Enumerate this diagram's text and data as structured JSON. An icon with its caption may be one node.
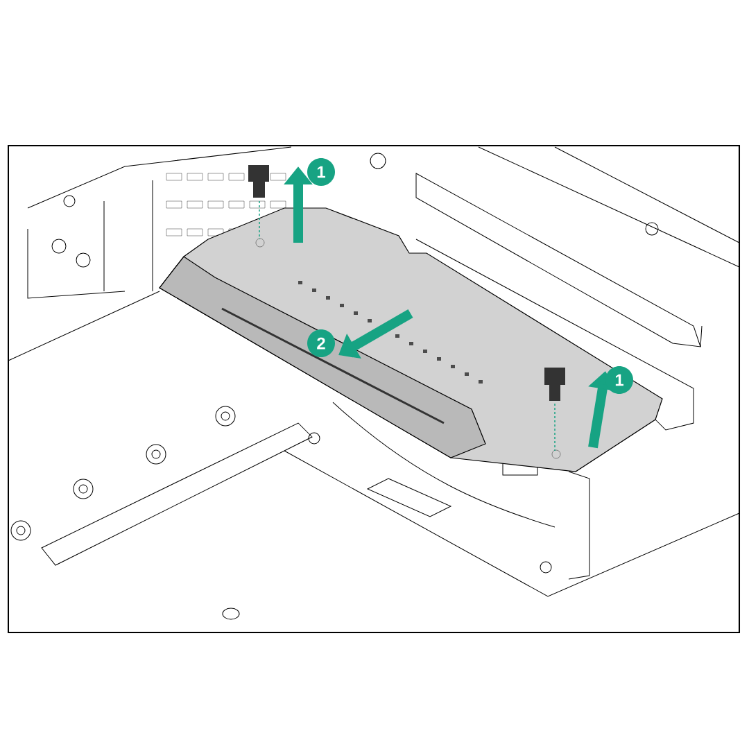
{
  "diagram": {
    "nodes": [
      {
        "text": [
          "1"
        ]
      },
      {
        "text": [
          "2"
        ]
      },
      {
        "text": [
          "1"
        ]
      }
    ]
  }
}
